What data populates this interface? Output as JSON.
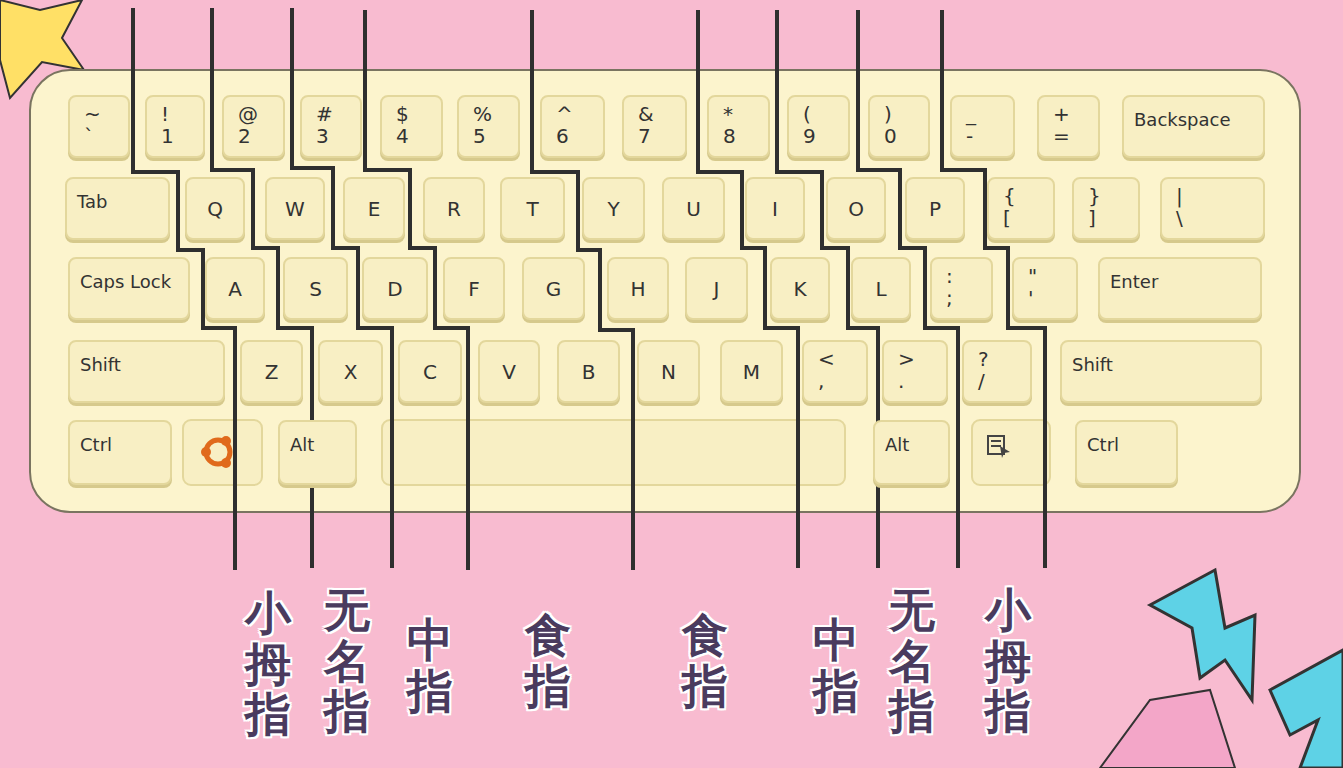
{
  "diagram": {
    "nodes": [
      {
        "text": [
          "~",
          "`"
        ]
      },
      {
        "text": [
          "!",
          "1"
        ]
      },
      {
        "text": [
          "@",
          "2"
        ]
      },
      {
        "text": [
          "#",
          "3"
        ]
      },
      {
        "text": [
          "$",
          "4"
        ]
      },
      {
        "text": [
          "%",
          "5"
        ]
      },
      {
        "text": [
          "^",
          "6"
        ]
      },
      {
        "text": [
          "&",
          "7"
        ]
      },
      {
        "text": [
          "*",
          "8"
        ]
      },
      {
        "text": [
          "(",
          "9"
        ]
      },
      {
        "text": [
          ")",
          "0"
        ]
      },
      {
        "text": [
          "_",
          "-"
        ]
      },
      {
        "text": [
          "+",
          "="
        ]
      },
      {
        "text": [
          "Backspace"
        ]
      },
      {
        "text": [
          "Tab"
        ]
      },
      {
        "text": [
          "Q"
        ]
      },
      {
        "text": [
          "W"
        ]
      },
      {
        "text": [
          "E"
        ]
      },
      {
        "text": [
          "R"
        ]
      },
      {
        "text": [
          "T"
        ]
      },
      {
        "text": [
          "Y"
        ]
      },
      {
        "text": [
          "U"
        ]
      },
      {
        "text": [
          "I"
        ]
      },
      {
        "text": [
          "O"
        ]
      },
      {
        "text": [
          "P"
        ]
      },
      {
        "text": [
          "{",
          "["
        ]
      },
      {
        "text": [
          "}",
          "]"
        ]
      },
      {
        "text": [
          "|",
          "\\"
        ]
      },
      {
        "text": [
          "Caps Lock"
        ]
      },
      {
        "text": [
          "A"
        ]
      },
      {
        "text": [
          "S"
        ]
      },
      {
        "text": [
          "D"
        ]
      },
      {
        "text": [
          "F"
        ]
      },
      {
        "text": [
          "G"
        ]
      },
      {
        "text": [
          "H"
        ]
      },
      {
        "text": [
          "J"
        ]
      },
      {
        "text": [
          "K"
        ]
      },
      {
        "text": [
          "L"
        ]
      },
      {
        "text": [
          ":",
          ";"
        ]
      },
      {
        "text": [
          "\"",
          "'"
        ]
      },
      {
        "text": [
          "Enter"
        ]
      },
      {
        "text": [
          "Shift"
        ]
      },
      {
        "text": [
          "Z"
        ]
      },
      {
        "text": [
          "X"
        ]
      },
      {
        "text": [
          "C"
        ]
      },
      {
        "text": [
          "V"
        ]
      },
      {
        "text": [
          "B"
        ]
      },
      {
        "text": [
          "N"
        ]
      },
      {
        "text": [
          "M"
        ]
      },
      {
        "text": [
          "<",
          ","
        ]
      },
      {
        "text": [
          ">",
          "."
        ]
      },
      {
        "text": [
          "?",
          "/"
        ]
      },
      {
        "text": [
          "Shift"
        ]
      },
      {
        "text": [
          "Ctrl"
        ]
      },
      {
        "text": [
          "Alt"
        ]
      },
      {
        "text": [
          "Alt"
        ]
      },
      {
        "text": [
          "Ctrl"
        ]
      }
    ],
    "labels": [
      "小拇指",
      "无名指",
      "中指",
      "食指",
      "食指",
      "中指",
      "无名指",
      "小拇指"
    ]
  }
}
